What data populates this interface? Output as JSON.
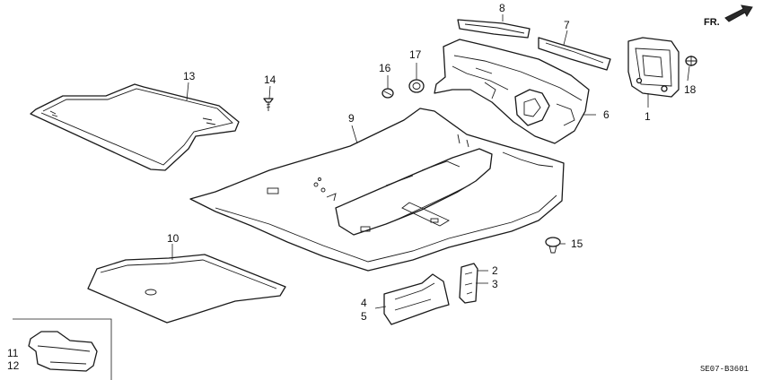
{
  "direction_label": "FR.",
  "diagram_code": "SE07-B3601",
  "callouts": [
    {
      "id": "1",
      "text": "1"
    },
    {
      "id": "2",
      "text": "2"
    },
    {
      "id": "3",
      "text": "3"
    },
    {
      "id": "4",
      "text": "4"
    },
    {
      "id": "5",
      "text": "5"
    },
    {
      "id": "6",
      "text": "6"
    },
    {
      "id": "7",
      "text": "7"
    },
    {
      "id": "8",
      "text": "8"
    },
    {
      "id": "9",
      "text": "9"
    },
    {
      "id": "10",
      "text": "10"
    },
    {
      "id": "11",
      "text": "11"
    },
    {
      "id": "12",
      "text": "12"
    },
    {
      "id": "13",
      "text": "13"
    },
    {
      "id": "14",
      "text": "14"
    },
    {
      "id": "15",
      "text": "15"
    },
    {
      "id": "16",
      "text": "16"
    },
    {
      "id": "17",
      "text": "17"
    },
    {
      "id": "18",
      "text": "18"
    }
  ]
}
